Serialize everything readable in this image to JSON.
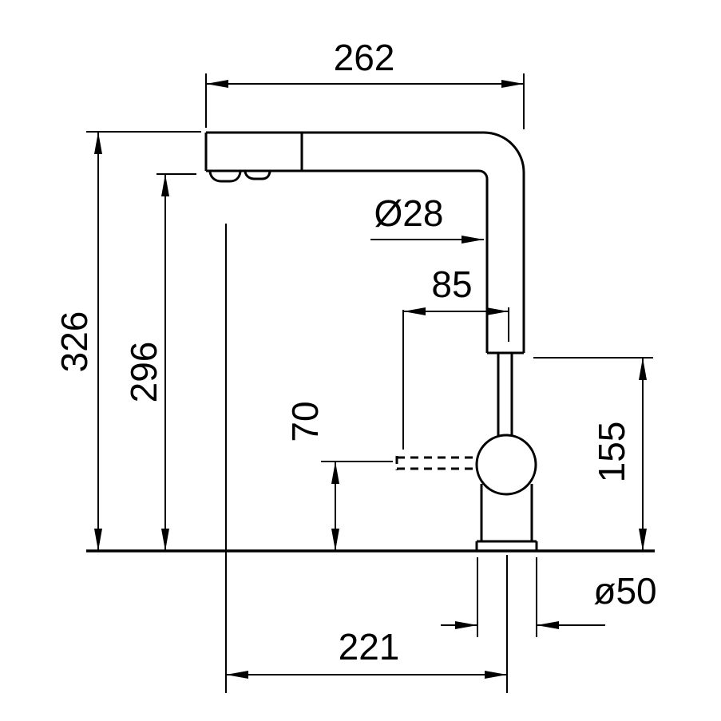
{
  "drawing": {
    "type": "technical-dimension-drawing",
    "subject": "kitchen-faucet-side-view",
    "colors": {
      "line": "#000000",
      "background": "#ffffff"
    },
    "dimensions": {
      "spout_reach_top": "262",
      "overall_height": "326",
      "height_to_spout_outlet": "296",
      "spout_tube_diameter": "Ø28",
      "handle_reach": "85",
      "handle_clearance_height": "70",
      "body_height": "155",
      "base_diameter": "ø50",
      "reach_outlet_to_axis": "221"
    }
  }
}
